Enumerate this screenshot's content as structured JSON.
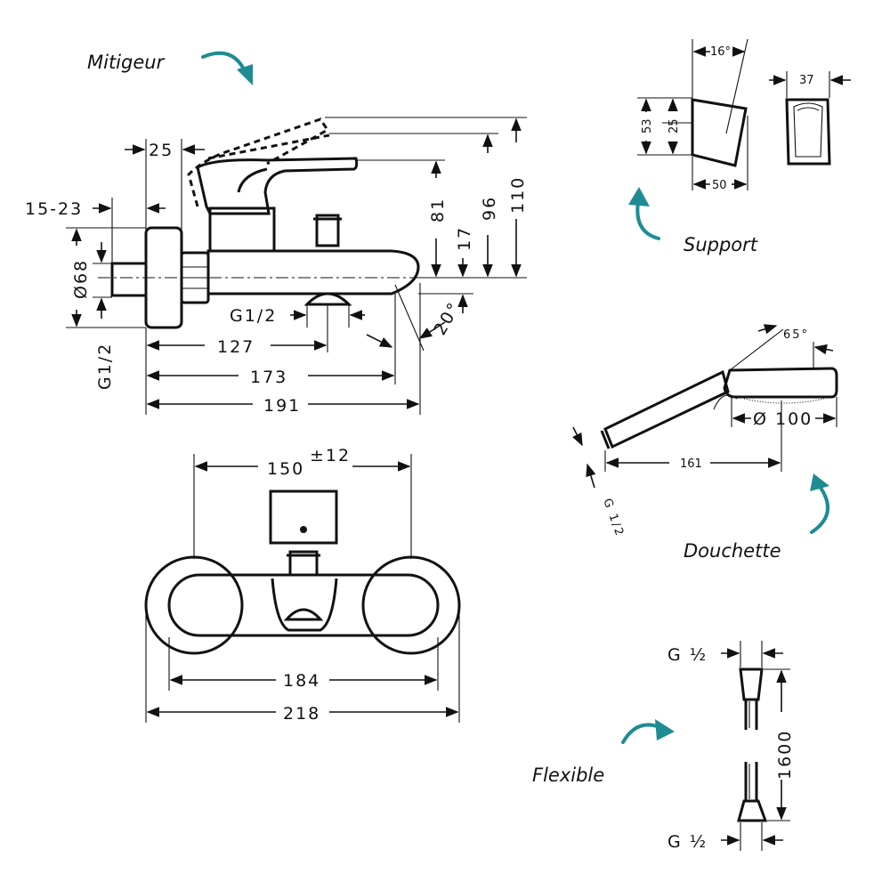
{
  "captions": {
    "mitigeur": "Mitigeur",
    "support": "Support",
    "douchette": "Douchette",
    "flexible": "Flexible"
  },
  "accent_color": "#1e8c92",
  "mixer_side": {
    "dim_25": "25",
    "dim_15_23": "15-23",
    "dim_d68": "Ø68",
    "dim_g12_left": "G1/2",
    "dim_g12_bottom": "G1/2",
    "dim_127": "127",
    "dim_173": "173",
    "dim_191": "191",
    "dim_81": "81",
    "dim_17": "17",
    "dim_96": "96",
    "dim_110": "110",
    "dim_20deg": "20°"
  },
  "mixer_front": {
    "dim_150": "150",
    "dim_150_tol": "±12",
    "dim_184": "184",
    "dim_218": "218"
  },
  "support": {
    "dim_16deg": "16°",
    "dim_37": "37",
    "dim_53": "53",
    "dim_25": "25",
    "dim_50": "50"
  },
  "douchette": {
    "dim_65deg": "65°",
    "dim_d100": "Ø 100",
    "dim_161": "161",
    "dim_g12": "G 1/2"
  },
  "flexible": {
    "dim_g12_top": "G ½",
    "dim_g12_bottom": "G ½",
    "dim_1600": "1600"
  }
}
